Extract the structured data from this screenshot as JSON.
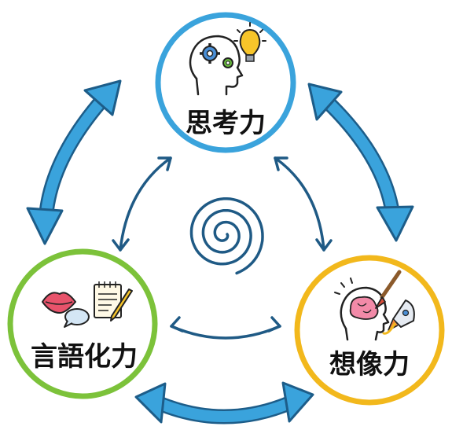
{
  "nodes": {
    "thinking": {
      "label": "思考力",
      "ring_color": "#3aa3dc",
      "icon": "head-gears-lightbulb-icon"
    },
    "verbalization": {
      "label": "言語化力",
      "ring_color": "#7cc23a",
      "icon": "mouth-notepad-icon"
    },
    "imagination": {
      "label": "想像力",
      "ring_color": "#f2b81c",
      "icon": "head-brush-rocket-icon"
    }
  },
  "colors": {
    "outer_arrow": "#3aa3dc",
    "outer_arrow_stroke": "#1d5d89",
    "inner_arrow": "#1f5a85",
    "spiral": "#1f5a85"
  },
  "center_icon": "spiral-icon"
}
